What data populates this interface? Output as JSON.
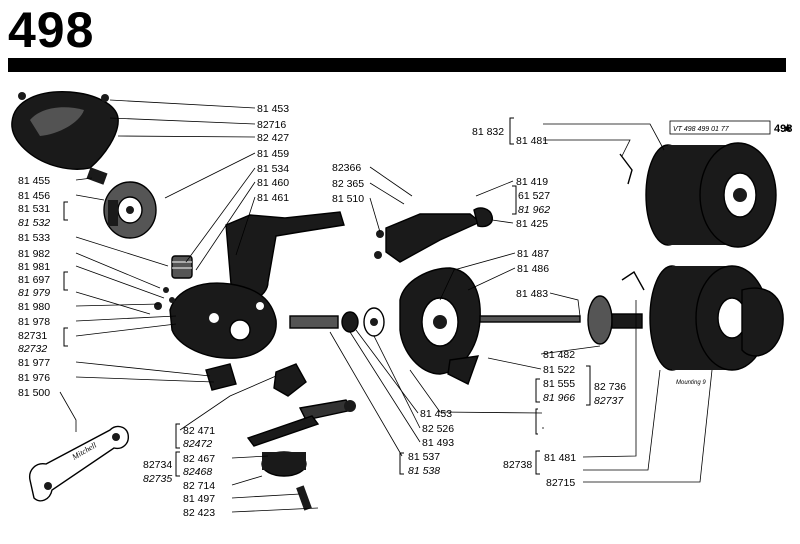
{
  "title": "498",
  "stamp": {
    "text": "VT 498 499 01 77",
    "model": "498",
    "star": "★"
  },
  "signature": "Mitchell",
  "small_note": "Mounting 9",
  "labels": {
    "l81453_top": "81 453",
    "l82716": "82716",
    "l82427": "82 427",
    "l81459": "81 459",
    "l81534": "81 534",
    "l81460": "81 460",
    "l81461": "81 461",
    "l81455": "81 455",
    "l81456": "81 456",
    "l81531": "81 531",
    "l81532": "81 532",
    "l81533": "81 533",
    "l81982": "81 982",
    "l81981": "81 981",
    "l81697": "81 697",
    "l81979": "81 979",
    "l81980": "81 980",
    "l81978": "81 978",
    "l82731": "82731",
    "l82732": "82732",
    "l81977": "81 977",
    "l81976": "81 976",
    "l81500": "81 500",
    "l82366": "82366",
    "l82365": "82 365",
    "l81510": "81 510",
    "l81419": "81 419",
    "l61527": "61 527",
    "l81962": "81 962",
    "l81425": "81 425",
    "l81832": "81 832",
    "l81481_top": "81 481",
    "l81487": "81 487",
    "l81486": "81 486",
    "l81483": "81 483",
    "l81482": "81 482",
    "l81522": "81 522",
    "l81555": "81 555",
    "l81966": "81 966",
    "l82736": "82 736",
    "l82737": "82737",
    "l81453_mid": "81 453",
    "l82526": "82 526",
    "l81493": "81 493",
    "l81537": "81 537",
    "l81538": "81 538",
    "l82471": "82 471",
    "l82472": "82472",
    "l82467": "82 467",
    "l82468": "82468",
    "l82734": "82734",
    "l82735": "82735",
    "l82714": "82 714",
    "l81497": "81 497",
    "l82423": "82 423",
    "l82738": "82738",
    "l81481_bot": "81 481",
    "l82715": "82715"
  }
}
